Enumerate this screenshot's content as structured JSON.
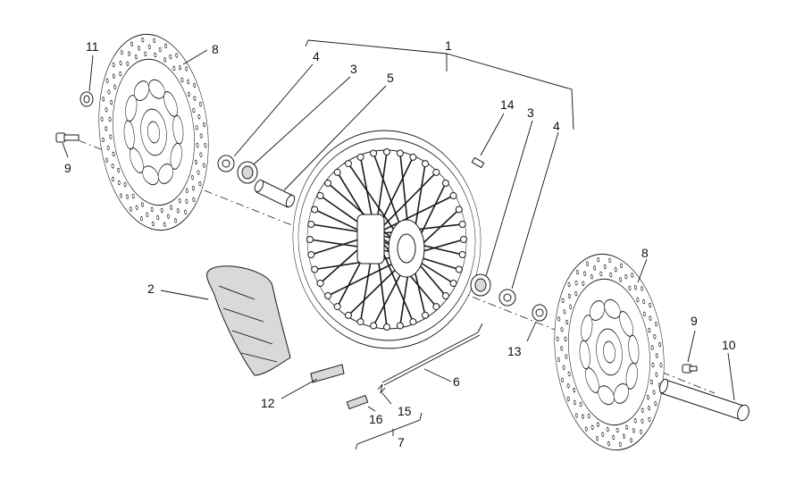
{
  "callouts": [
    {
      "id": "1",
      "label": "1"
    },
    {
      "id": "2",
      "label": "2"
    },
    {
      "id": "3a",
      "label": "3"
    },
    {
      "id": "3b",
      "label": "3"
    },
    {
      "id": "4a",
      "label": "4"
    },
    {
      "id": "4b",
      "label": "4"
    },
    {
      "id": "5",
      "label": "5"
    },
    {
      "id": "6",
      "label": "6"
    },
    {
      "id": "7",
      "label": "7"
    },
    {
      "id": "8a",
      "label": "8"
    },
    {
      "id": "8b",
      "label": "8"
    },
    {
      "id": "9a",
      "label": "9"
    },
    {
      "id": "9b",
      "label": "9"
    },
    {
      "id": "10",
      "label": "10"
    },
    {
      "id": "11",
      "label": "11"
    },
    {
      "id": "12",
      "label": "12"
    },
    {
      "id": "13",
      "label": "13"
    },
    {
      "id": "14",
      "label": "14"
    },
    {
      "id": "15",
      "label": "15"
    },
    {
      "id": "16",
      "label": "16"
    }
  ],
  "colors": {
    "line": "#1a1a1a",
    "tyre_fill": "#d0d0d0",
    "background": "#ffffff"
  }
}
